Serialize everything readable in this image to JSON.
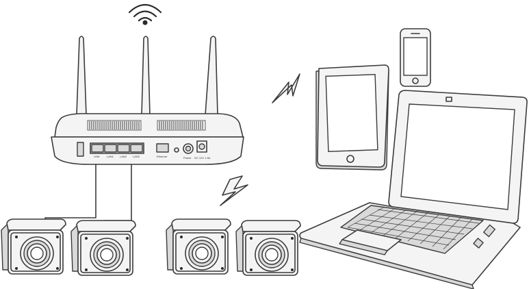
{
  "router": {
    "port_labels": [
      "LINK",
      "LAN1",
      "LAN2",
      "LAN3",
      "Ethernet",
      "Power",
      "DC 12V 1.5A"
    ]
  },
  "colors": {
    "line": "#3a3a3a",
    "fill": "#f4f4f4",
    "shade": "#d9d9d9"
  }
}
